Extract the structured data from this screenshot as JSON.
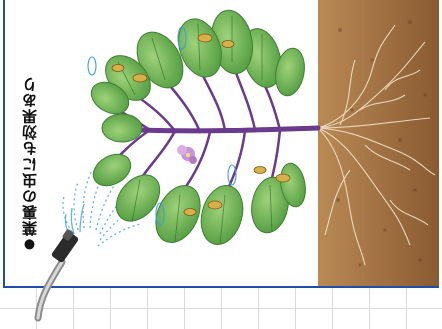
{
  "caption": {
    "bullet": "●",
    "text": "葉裏の虫にも効果あり"
  },
  "icons": {
    "plant": "eggplant-plant-illustration",
    "spray": "spray-nozzle-icon",
    "insect": "aphid-insect-icon",
    "soil": "soil-with-roots"
  },
  "colors": {
    "frame_border": "#1f4fa8",
    "leaf": "#6fb85a",
    "leaf_dark": "#3f8a3a",
    "stem": "#6a3a8c",
    "soil": "#9a6a3d",
    "spray": "#3aa0d8"
  }
}
